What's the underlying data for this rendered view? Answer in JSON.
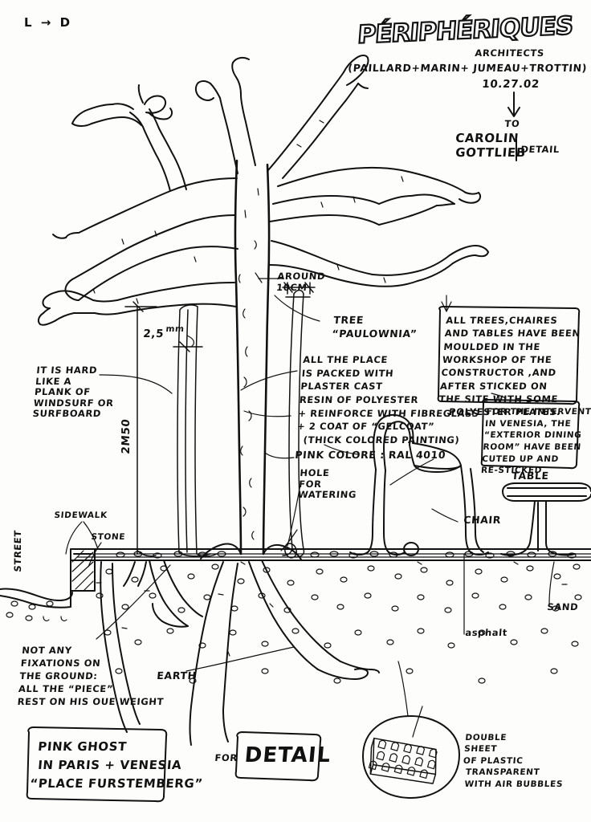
{
  "sheet": {
    "corner_mark": "L → D"
  },
  "header": {
    "logo": "PÉRIPHÉRIQUES",
    "architects_label": "ARCHITECTS",
    "partners": "(PAILLARD+MARIN+ JUMEAU+TROTTIN)",
    "date": "10.27.02",
    "arrow_glyph": "↓",
    "to_label": "TO",
    "recipient_line1": "CAROLIN",
    "recipient_line2": "GOTTLIEB",
    "detail_label": "DETAIL"
  },
  "annotations": {
    "around_10cm": "AROUND\n10CM",
    "dim_thickness": "2,5",
    "dim_thickness_unit": "mm",
    "dim_height": "2M50",
    "hard_like_plank": "IT IS HARD\nLIKE A\nPLANK OF\nWINDSURF OR\nSURFBOARD",
    "tree_species_line1": "TREE",
    "tree_species_line2": "“PAULOWNIA”",
    "material_spec": "ALL THE PLACE\nIS PACKED WITH\nPLASTER CAST\nRESIN OF POLYESTER\n+ REINFORCE WITH FIBREGLASS\n+ 2 COAT OF “GELCOAT”\n  (THICK COLORED PAINTING)",
    "pink_color": "PINK COLORE : RAL 4010",
    "hole_for_watering": "HOLE\nFOR\nWATERING",
    "chair": "CHAIR",
    "table": "TABLE",
    "sidewalk": "SIDEWALK",
    "stone": "STONE",
    "street": "STREET",
    "asphalt": "asphalt",
    "sand": "SAND",
    "earth": "EARTH",
    "no_fixations": "NOT ANY\nFIXATIONS ON\nTHE GROUND:\nALL THE “PIECE”\nREST ON HIS OUE WEIGHT",
    "double_sheet": "DOUBLE\nSHEET\nOF PLASTIC\n TRANSPARENT\n WITH AIR BUBBLES"
  },
  "callout_boxes": {
    "moulding_note": "ALL TREES,CHAIRES\nAND TABLES HAVE BEEN\nMOULDED IN THE\nWORKSHOP OF THE\nCONSTRUCTOR ,AND\nAFTER STICKED ON\nTHE SITE WITH SOME\n   POLYESTER PLATES.",
    "venesia_note": "FOR THE INTERVENTION\nIN VENESIA, THE\n“EXTERIOR DINING\nROOM” HAVE BEEN\nCUTED UP AND\nRE-STICKED"
  },
  "title_block": {
    "project_line1": "PINK GHOST",
    "project_line2": "IN PARIS + VENESIA",
    "project_line3": "“PLACE FURSTEMBERG”",
    "for_label": "FOR",
    "detail_label": "DETAIL"
  }
}
